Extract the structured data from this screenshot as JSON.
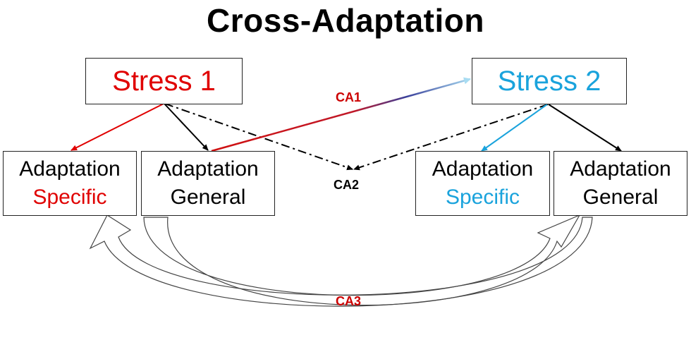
{
  "title": "Cross-Adaptation",
  "stress1": {
    "label": "Stress 1"
  },
  "stress2": {
    "label": "Stress 2"
  },
  "adaptations": [
    {
      "line1": "Adaptation",
      "line2": "Specific"
    },
    {
      "line1": "Adaptation",
      "line2": "General"
    },
    {
      "line1": "Adaptation",
      "line2": "Specific"
    },
    {
      "line1": "Adaptation",
      "line2": "General"
    }
  ],
  "connections": {
    "ca1": "CA1",
    "ca2": "CA2",
    "ca3": "CA3"
  },
  "colors": {
    "stress1": "#e00000",
    "stress2": "#1aa3dc",
    "neutral": "#000000",
    "label_red": "#cc0000"
  }
}
